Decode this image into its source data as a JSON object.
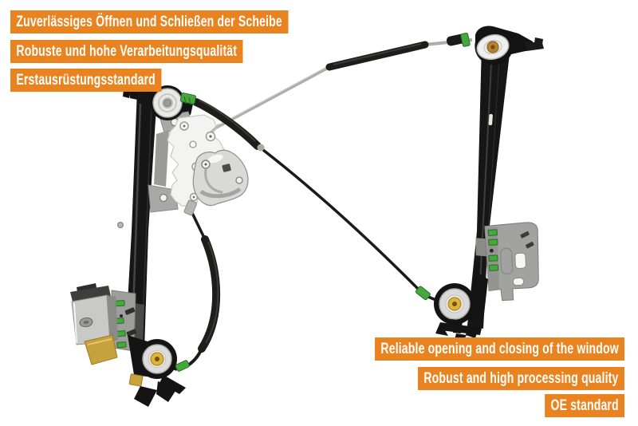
{
  "product": {
    "description": "car window regulator product photo",
    "labels_de": [
      "Zuverlässiges Öffnen und Schließen der Scheibe",
      "Robuste und hohe Verarbeitungsqualität",
      "Erstausrüstungsstandard"
    ],
    "labels_en": [
      "Reliable opening and closing of the window",
      "Robust and high processing quality",
      "OE standard"
    ]
  },
  "colors": {
    "banner_orange": "#E9831F",
    "banner_text": "#FFFFFF",
    "clip_green": "#44A83E",
    "roller_gold": "#DDB33A",
    "roller_bronze": "#B5832E",
    "frame_black": "#161616",
    "metal_gray": "#A8A8A6",
    "plastic_white": "#F3F3F1"
  }
}
